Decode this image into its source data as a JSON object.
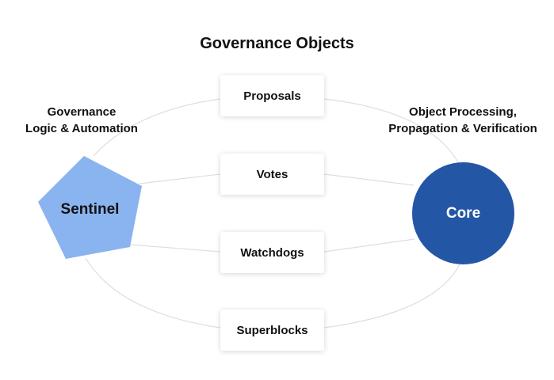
{
  "title": "Governance Objects",
  "sentinel": {
    "label": "Sentinel",
    "description_lines": [
      "Governance",
      "Logic & Automation"
    ],
    "color": "#8ab4f0"
  },
  "core": {
    "label": "Core",
    "description_lines": [
      "Object Processing,",
      "Propagation & Verification"
    ],
    "color": "#2456a6"
  },
  "objects": [
    {
      "label": "Proposals"
    },
    {
      "label": "Votes"
    },
    {
      "label": "Watchdogs"
    },
    {
      "label": "Superblocks"
    }
  ],
  "colors": {
    "connector": "#dedede",
    "text": "#111111"
  }
}
